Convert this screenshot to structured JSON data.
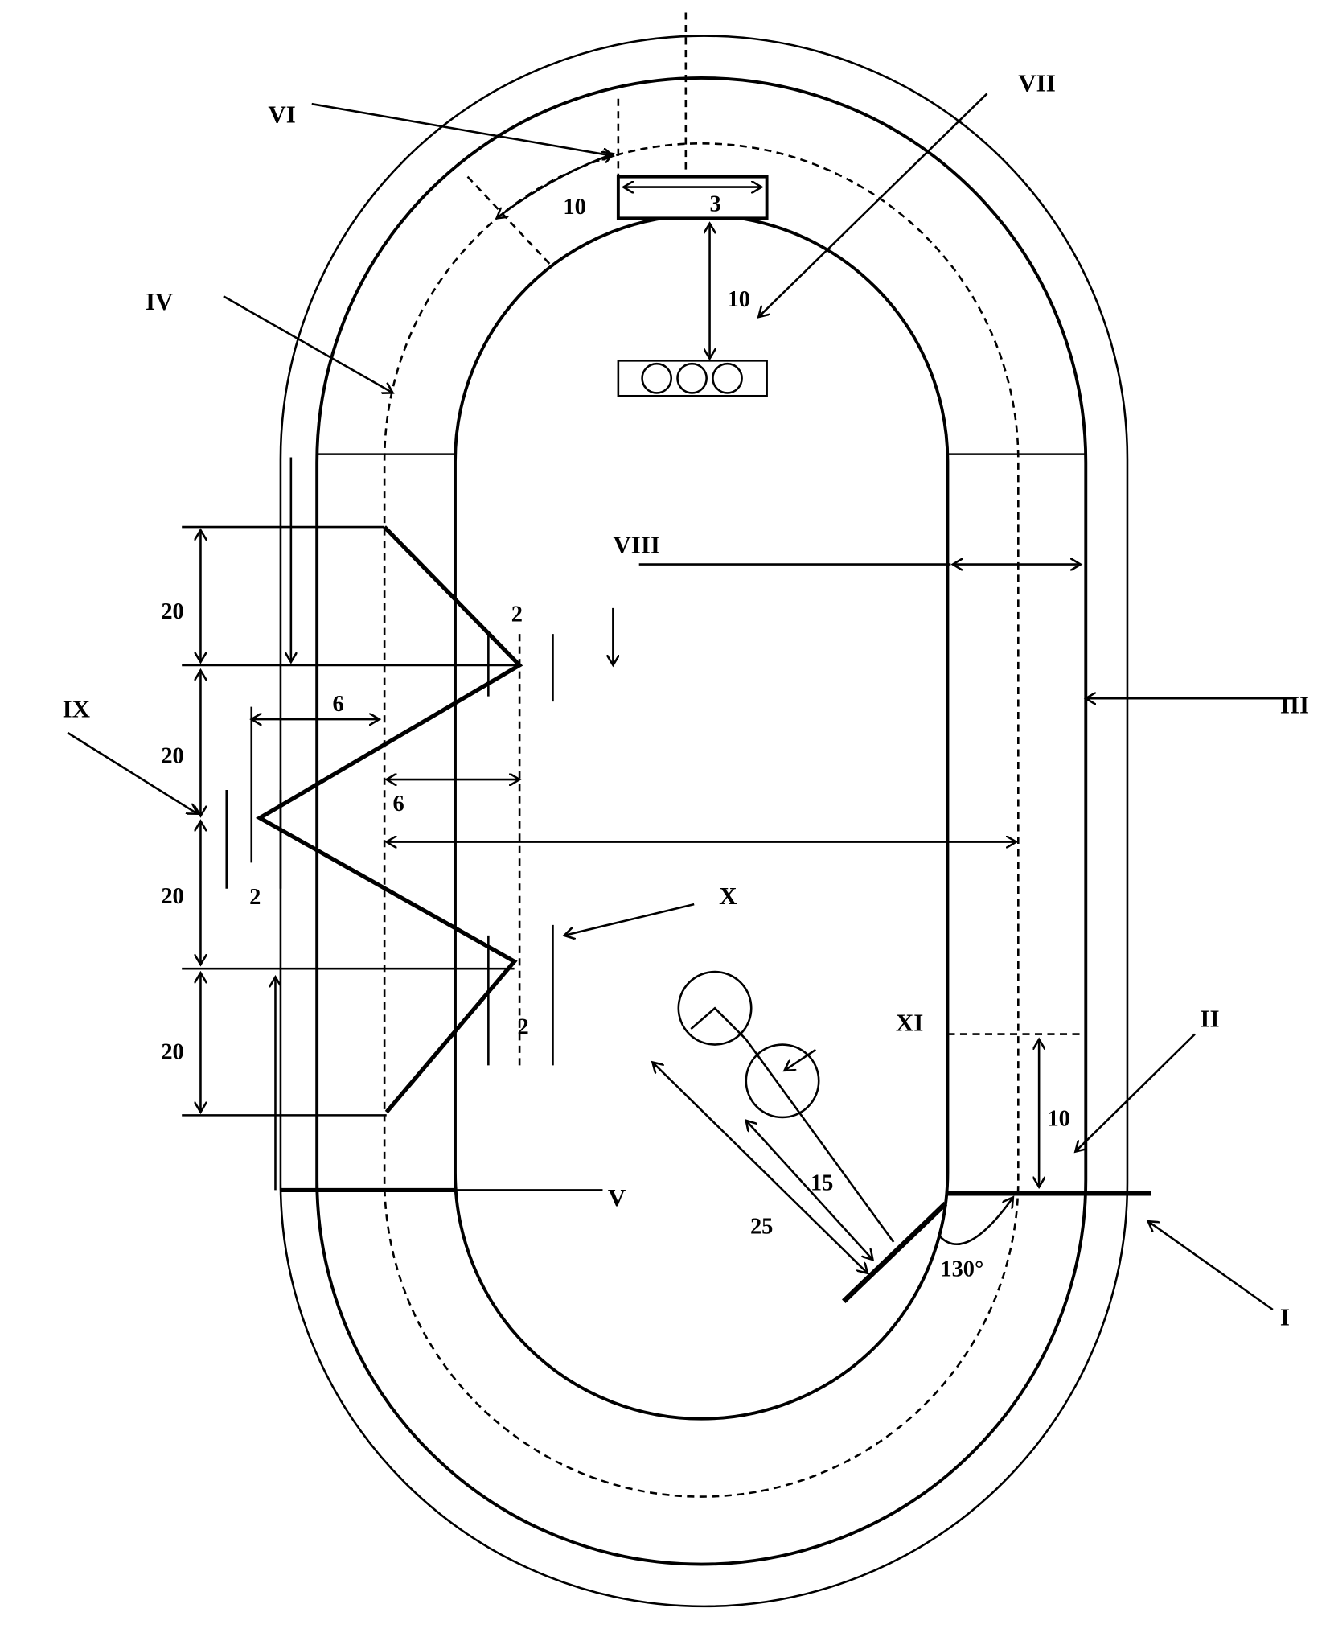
{
  "labels": {
    "I": "I",
    "II": "II",
    "III": "III",
    "IV": "IV",
    "V": "V",
    "VI": "VI",
    "VII": "VII",
    "VIII": "VIII",
    "IX": "IX",
    "X": "X",
    "XI": "XI"
  },
  "dimensions": {
    "top_gap": "10",
    "box_width": "3",
    "box_to_lights": "10",
    "step_1": "20",
    "step_2": "20",
    "step_3": "20",
    "step_4": "20",
    "offset_a": "6",
    "offset_b": "6",
    "gap_1": "2",
    "gap_2": "2",
    "gap_3": "2",
    "len_15": "15",
    "len_25": "25",
    "finish_10": "10",
    "angle": "130°"
  }
}
